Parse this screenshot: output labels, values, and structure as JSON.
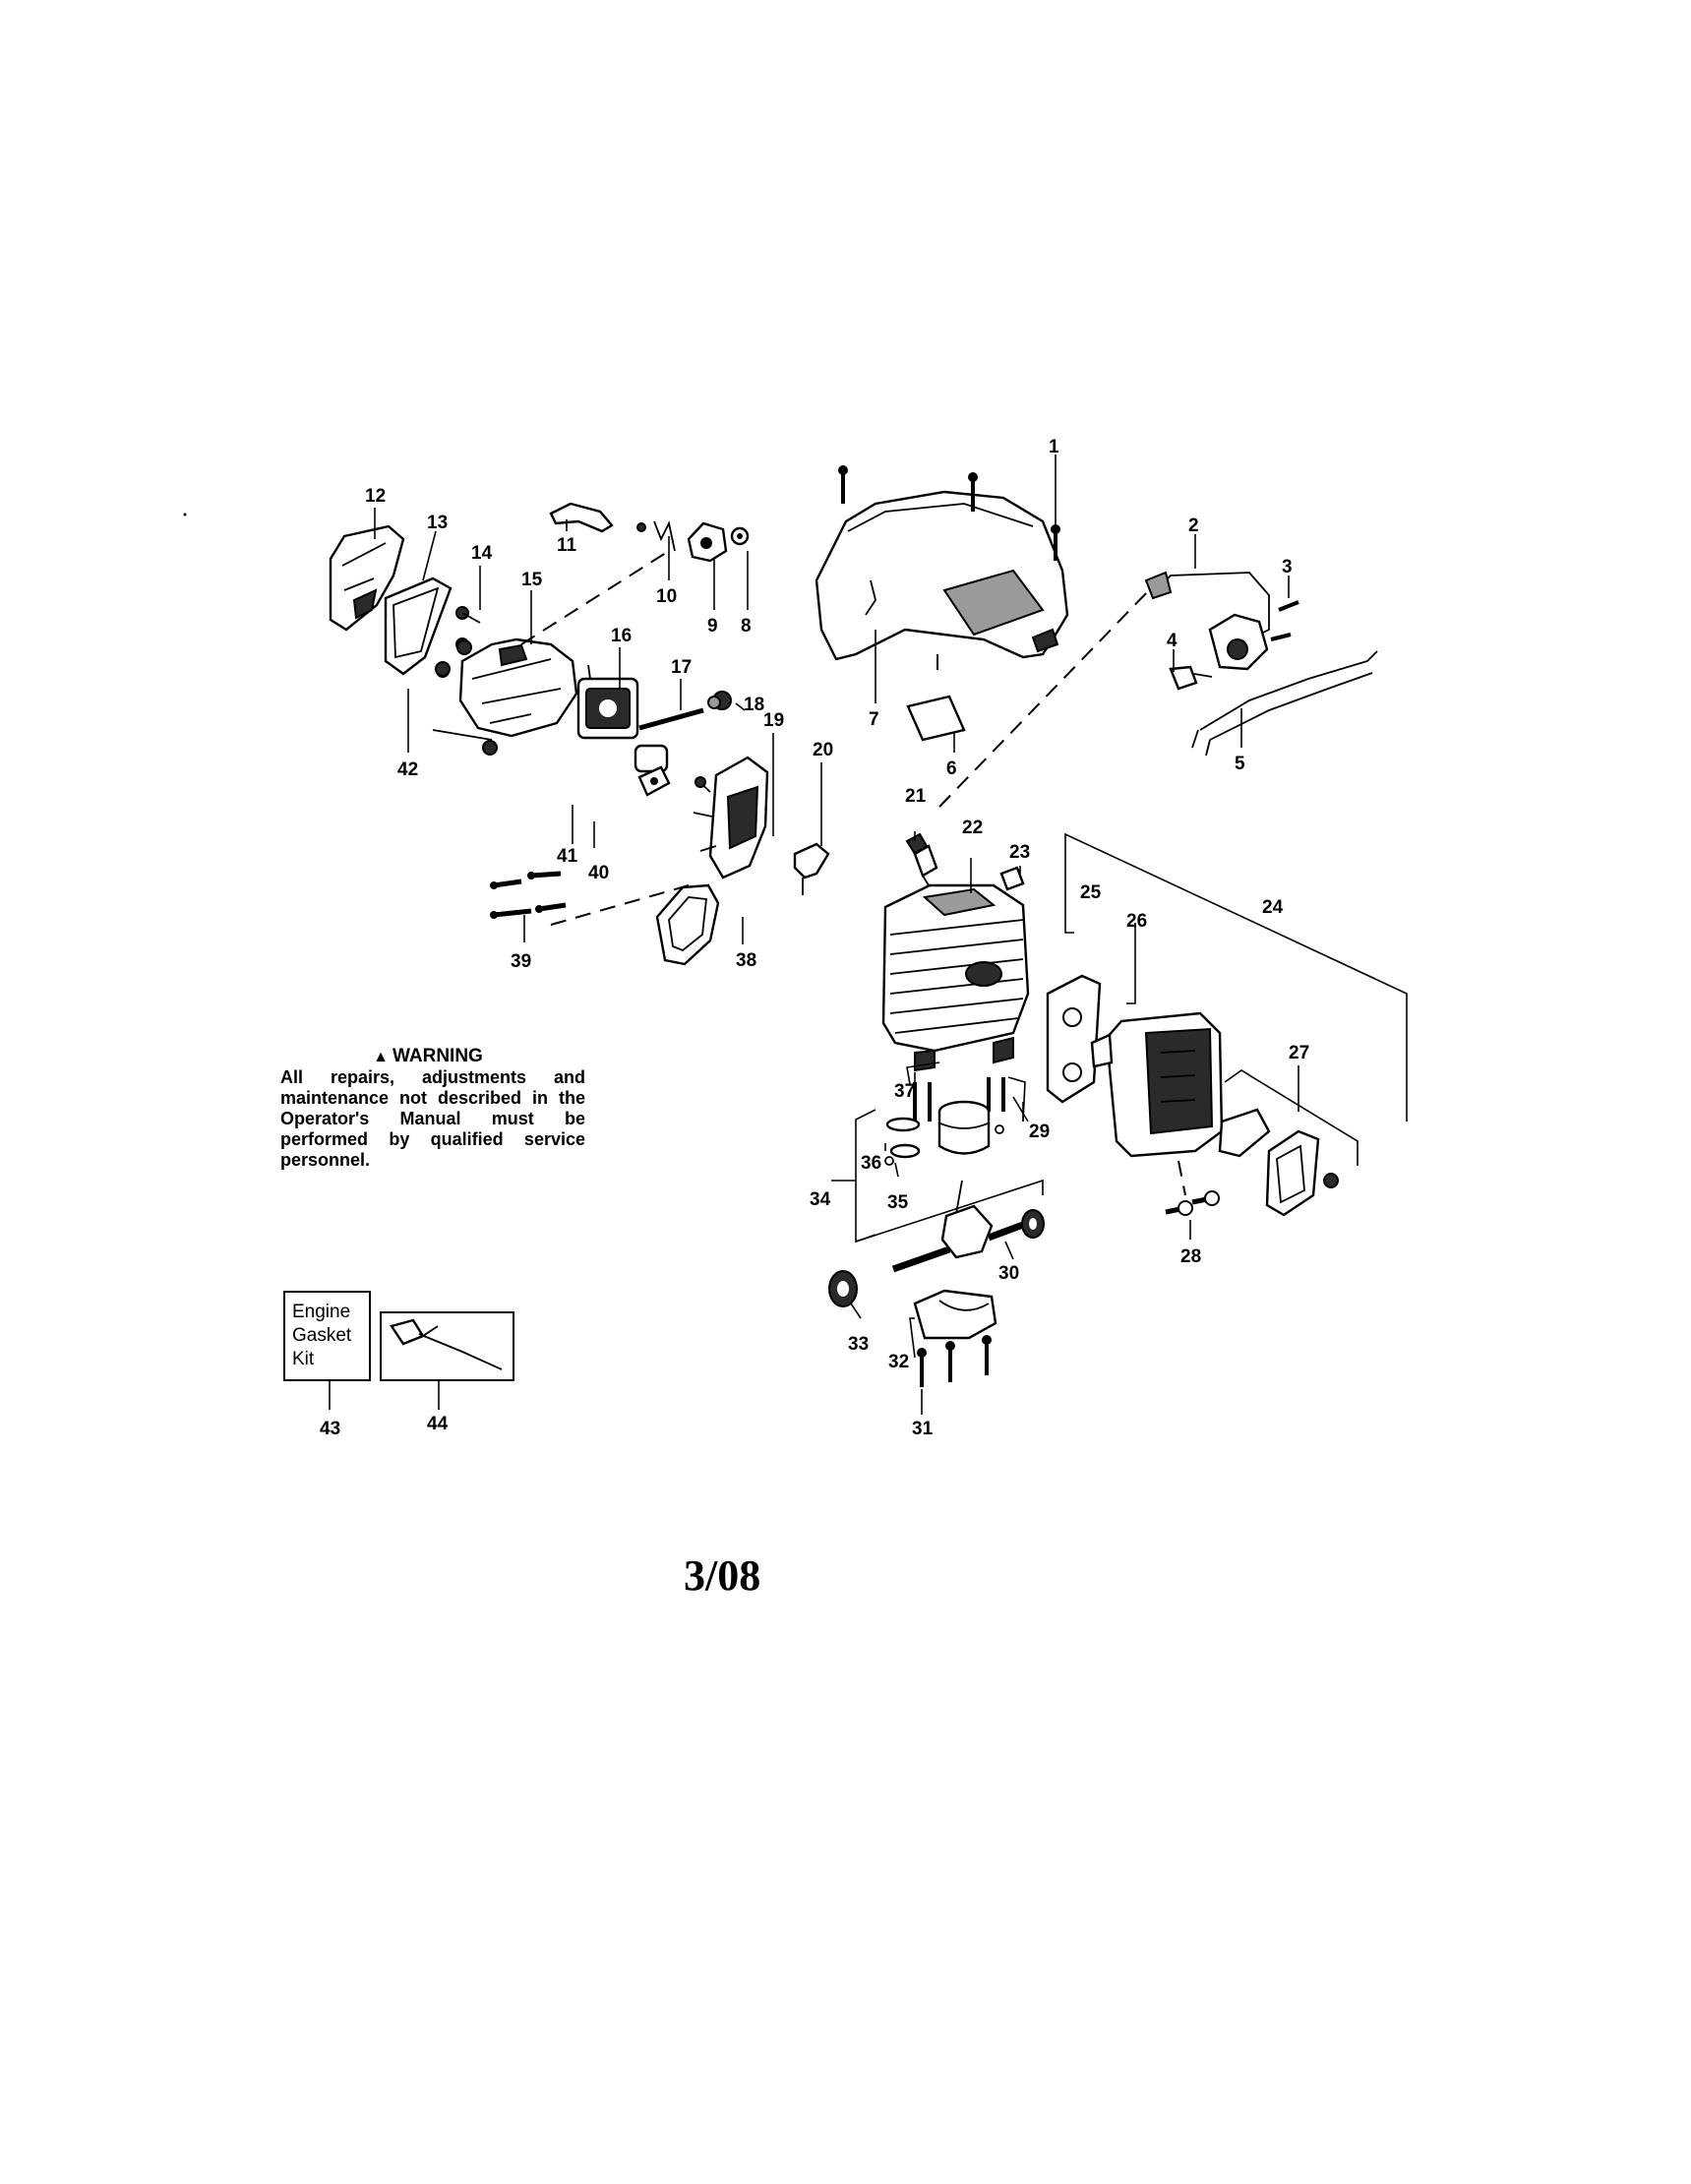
{
  "callouts": [
    "1",
    "2",
    "3",
    "4",
    "5",
    "6",
    "7",
    "8",
    "9",
    "10",
    "11",
    "12",
    "13",
    "14",
    "15",
    "16",
    "17",
    "18",
    "19",
    "20",
    "21",
    "22",
    "23",
    "24",
    "25",
    "26",
    "27",
    "28",
    "29",
    "30",
    "31",
    "32",
    "33",
    "34",
    "35",
    "36",
    "37",
    "38",
    "39",
    "40",
    "41",
    "42",
    "43",
    "44"
  ],
  "warning": {
    "title": "WARNING",
    "body": "All repairs, adjustments and maintenance not described in the Operator's Manual must be performed by qualified service personnel."
  },
  "kit": {
    "label_lines": [
      "Engine",
      "Gasket",
      "Kit"
    ]
  },
  "date": "3/08",
  "icons": [
    "warning-triangle-icon"
  ]
}
